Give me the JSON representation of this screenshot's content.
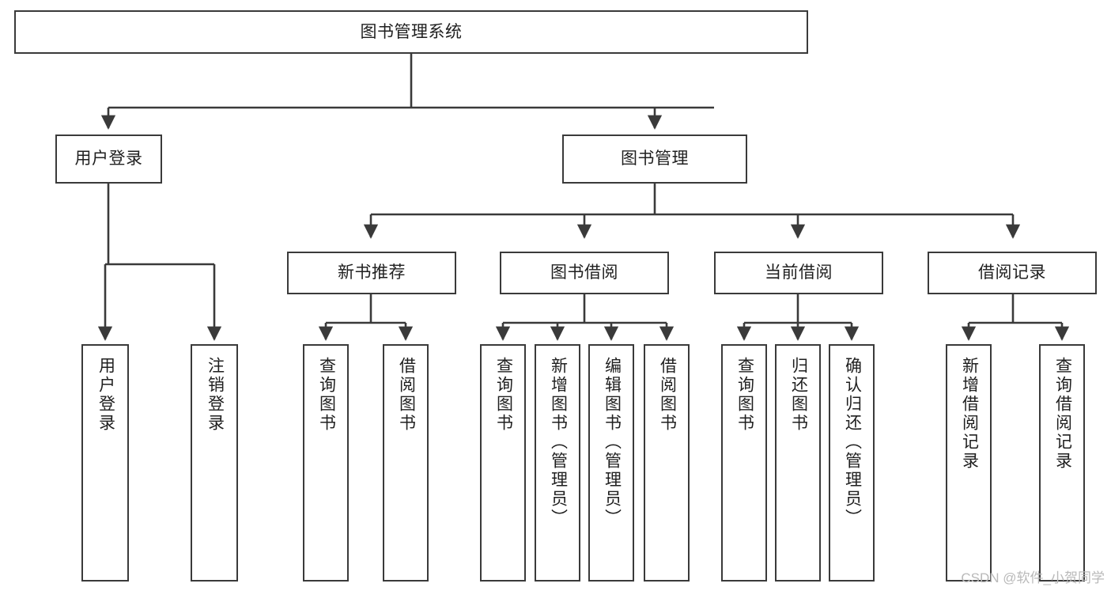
{
  "diagram": {
    "type": "tree-hierarchy",
    "title": "图书管理系统",
    "watermark": "CSDN @软件_小贺同学",
    "colors": {
      "background": "#ffffff",
      "node_fill": "#ffffff",
      "node_border": "#3a3a3a",
      "edge": "#3a3a3a",
      "text": "#1f1f1f",
      "watermark": "#b9b9b9"
    },
    "levels": {
      "root": {
        "label": "图书管理系统"
      },
      "level2": [
        {
          "label": "用户登录"
        },
        {
          "label": "图书管理"
        }
      ],
      "level3": [
        {
          "label": "新书推荐"
        },
        {
          "label": "图书借阅"
        },
        {
          "label": "当前借阅"
        },
        {
          "label": "借阅记录"
        }
      ],
      "leaves": {
        "user_login": [
          {
            "label": "用户登录"
          },
          {
            "label": "注销登录"
          }
        ],
        "new_book_recommend": [
          {
            "label": "查询图书"
          },
          {
            "label": "借阅图书"
          }
        ],
        "book_borrow": [
          {
            "label": "查询图书"
          },
          {
            "label": "新增图书（管理员）"
          },
          {
            "label": "编辑图书（管理员）"
          },
          {
            "label": "借阅图书"
          }
        ],
        "current_borrow": [
          {
            "label": "查询图书"
          },
          {
            "label": "归还图书"
          },
          {
            "label": "确认归还（管理员）"
          }
        ],
        "borrow_record": [
          {
            "label": "新增借阅记录"
          },
          {
            "label": "查询借阅记录"
          }
        ]
      }
    }
  }
}
